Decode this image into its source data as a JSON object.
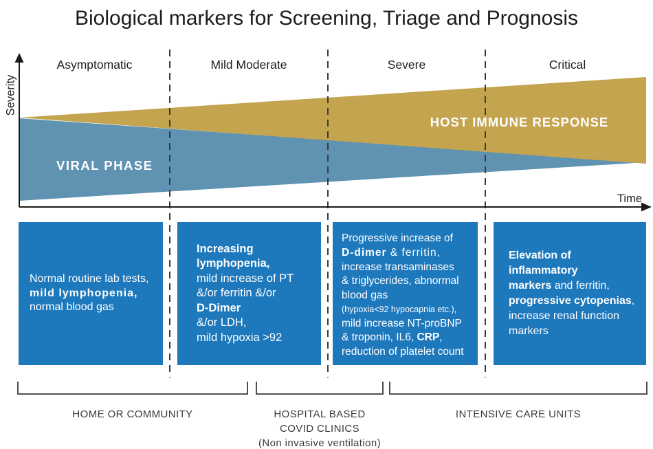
{
  "title": "Biological markers for Screening, Triage and Prognosis",
  "axes": {
    "y_label": "Severity",
    "x_label": "Time"
  },
  "phases": [
    {
      "label": "Asymptomatic"
    },
    {
      "label": "Mild Moderate"
    },
    {
      "label": "Severe"
    },
    {
      "label": "Critical"
    }
  ],
  "wedges": {
    "viral_phase": {
      "label": "VIRAL PHASE",
      "color": "#5f93b1"
    },
    "host_immune": {
      "label": "HOST IMMUNE RESPONSE",
      "color": "#c5a44f"
    }
  },
  "marker_boxes": [
    {
      "phase": "Asymptomatic",
      "lines": [
        [
          {
            "t": "Normal routine lab tests,"
          }
        ],
        [
          {
            "t": "mild lymphopenia,",
            "b": true,
            "ls": true
          }
        ],
        [
          {
            "t": "normal blood gas"
          }
        ]
      ]
    },
    {
      "phase": "Mild Moderate",
      "lines": [
        [
          {
            "t": "Increasing",
            "b": true
          }
        ],
        [
          {
            "t": "lymphopenia,",
            "b": true
          }
        ],
        [
          {
            "t": "mild increase of PT"
          }
        ],
        [
          {
            "t": "&/or ferritin &/or"
          }
        ],
        [
          {
            "t": "D-Dimer",
            "b": true
          }
        ],
        [
          {
            "t": "&/or LDH,"
          }
        ],
        [
          {
            "t": "mild hypoxia >92"
          }
        ]
      ]
    },
    {
      "phase": "Severe",
      "lines": [
        [
          {
            "t": "Progressive increase of"
          }
        ],
        [
          {
            "t": "D-dimer",
            "b": true,
            "ls": true
          },
          {
            "t": " & ferritin,",
            "ls": true
          }
        ],
        [
          {
            "t": "increase transaminases"
          }
        ],
        [
          {
            "t": "& triglycerides, abnormal"
          }
        ],
        [
          {
            "t": "blood gas"
          }
        ],
        [
          {
            "t": "(hypoxia<92 hypocapnia etc.),",
            "small": true
          }
        ],
        [
          {
            "t": "mild increase NT-proBNP"
          }
        ],
        [
          {
            "t": "& troponin, IL6, "
          },
          {
            "t": "CRP",
            "b": true
          },
          {
            "t": ","
          }
        ],
        [
          {
            "t": "reduction of platelet count"
          }
        ]
      ]
    },
    {
      "phase": "Critical",
      "lines": [
        [
          {
            "t": "Elevation of",
            "b": true
          }
        ],
        [
          {
            "t": "inflammatory",
            "b": true
          }
        ],
        [
          {
            "t": "markers",
            "b": true
          },
          {
            "t": " and ferritin,"
          }
        ],
        [
          {
            "t": "progressive cytopenias",
            "b": true
          },
          {
            "t": ","
          }
        ],
        [
          {
            "t": "increase renal function"
          }
        ],
        [
          {
            "t": "markers"
          }
        ]
      ]
    }
  ],
  "care_settings": [
    {
      "lines": [
        "HOME OR COMMUNITY"
      ]
    },
    {
      "lines": [
        "HOSPITAL BASED",
        "COVID CLINICS",
        "(Non invasive ventilation)"
      ]
    },
    {
      "lines": [
        "INTENSIVE CARE UNITS"
      ]
    }
  ],
  "colors": {
    "marker_box_blue": "#1d78bc",
    "viral_wedge_blue": "#5f93b1",
    "host_wedge_gold": "#c5a44f",
    "axis_black": "#1a1a1a",
    "bracket_gray": "#3a3a3a"
  }
}
